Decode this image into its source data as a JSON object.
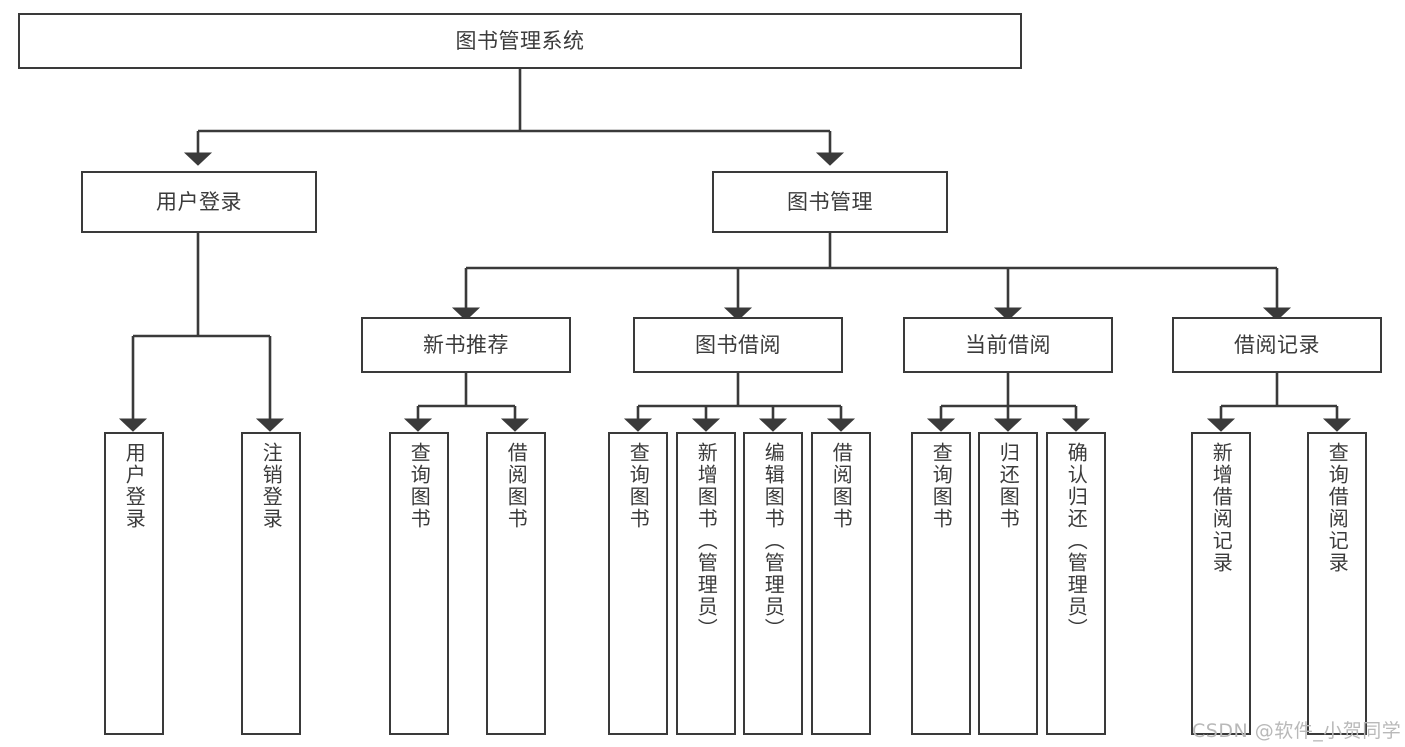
{
  "diagram": {
    "type": "tree-hierarchy-functional-structure",
    "title": "图书管理系统",
    "orientation": "top-down",
    "colors": {
      "box_border": "#3a3a3a",
      "box_fill": "#ffffff",
      "text": "#3b3b3b",
      "connector": "#3a3a3a",
      "watermark": "#b9b9b9",
      "background": "#ffffff"
    },
    "root": {
      "label": "图书管理系统"
    },
    "level2": [
      {
        "label": "用户登录"
      },
      {
        "label": "图书管理"
      }
    ],
    "level3": [
      {
        "label": "新书推荐"
      },
      {
        "label": "图书借阅"
      },
      {
        "label": "当前借阅"
      },
      {
        "label": "借阅记录"
      }
    ],
    "leaves": {
      "user_login": [
        {
          "label": "用户登录"
        },
        {
          "label": "注销登录"
        }
      ],
      "new_book_recommend": [
        {
          "label": "查询图书"
        },
        {
          "label": "借阅图书"
        }
      ],
      "book_borrow": [
        {
          "label": "查询图书"
        },
        {
          "label": "新增图书（管理员）"
        },
        {
          "label": "编辑图书（管理员）"
        },
        {
          "label": "借阅图书"
        }
      ],
      "current_borrow": [
        {
          "label": "查询图书"
        },
        {
          "label": "归还图书"
        },
        {
          "label": "确认归还（管理员）"
        }
      ],
      "borrow_records": [
        {
          "label": "新增借阅记录"
        },
        {
          "label": "查询借阅记录"
        }
      ]
    },
    "watermark": "CSDN @软件_小贺同学"
  }
}
